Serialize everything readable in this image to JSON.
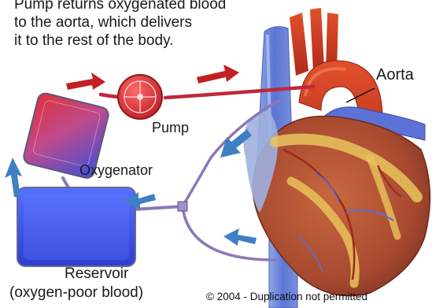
{
  "caption": {
    "lines": [
      "Pump returns oxygenated blood",
      "to the aorta, which delivers",
      "it to the rest of the body."
    ]
  },
  "labels": {
    "aorta": "Aorta",
    "pump": "Pump",
    "oxygenator": "Oxygenator",
    "reservoir": "Reservoir",
    "reservoir_note": "(oxygen-poor blood)"
  },
  "copyright": "© 2004 - Duplication not permitted",
  "icons": [
    "flow-arrow-icon"
  ],
  "colors": {
    "oxygenated": "#c8202a",
    "deoxygenated": "#3a5fd0",
    "arrow_red": "#c41e24",
    "arrow_blue": "#3f7fc4",
    "tube_purple": "#8a78b8",
    "heart_muscle": "#b5563a",
    "heart_fat": "#e3c65a"
  }
}
